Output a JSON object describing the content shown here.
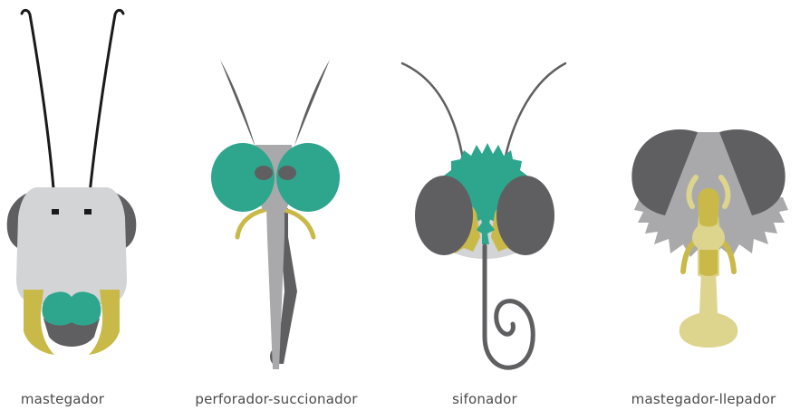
{
  "labels": {
    "chewing": "mastegador",
    "piercing_sucking": "perforador-succionador",
    "siphoning": "sifonador",
    "chewing_lapping": "mastegador-llepador"
  },
  "colors": {
    "dark_gray": "#5f5f61",
    "light_gray": "#d3d4d5",
    "mid_gray": "#a9a9ab",
    "teal": "#2ea68e",
    "olive": "#c9b949",
    "pale_yellow": "#ddd48d",
    "black": "#1a1a1a"
  }
}
